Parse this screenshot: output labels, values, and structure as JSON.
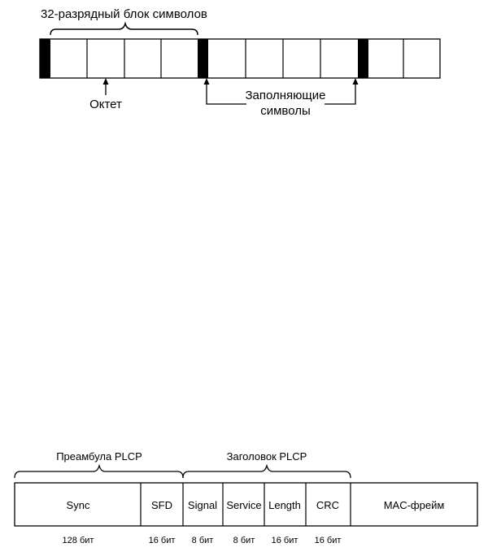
{
  "top_diagram": {
    "brace_label": "32-разрядный блок символов",
    "octet_label": "Октет",
    "fill_label_line1": "Заполняющие",
    "fill_label_line2": "символы"
  },
  "bottom_diagram": {
    "preamble_label": "Преамбула PLCP",
    "header_label": "Заголовок PLCP",
    "fields": [
      {
        "name": "Sync",
        "size": "128 бит"
      },
      {
        "name": "SFD",
        "size": "16 бит"
      },
      {
        "name": "Signal",
        "size": "8 бит"
      },
      {
        "name": "Service",
        "size": "8 бит"
      },
      {
        "name": "Length",
        "size": "16 бит"
      },
      {
        "name": "CRC",
        "size": "16 бит"
      },
      {
        "name": "MAC-фрейм",
        "size": ""
      }
    ]
  }
}
